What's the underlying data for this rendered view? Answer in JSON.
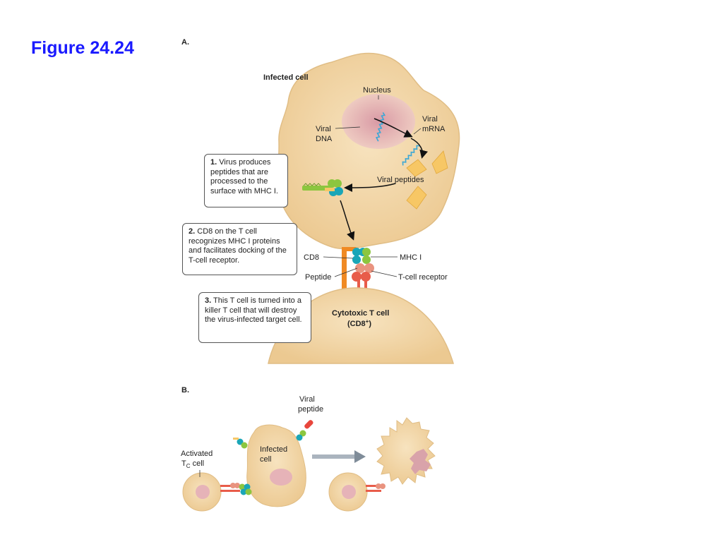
{
  "figure_title": "Figure 24.24",
  "panel_a": {
    "label": "A.",
    "infected_cell": "Infected cell",
    "nucleus": "Nucleus",
    "viral_dna": [
      "Viral",
      "DNA"
    ],
    "viral_mrna": [
      "Viral",
      "mRNA"
    ],
    "viral_peptides": "Viral peptides",
    "cd8": "CD8",
    "mhc1": "MHC I",
    "peptide": "Peptide",
    "tcell_receptor": "T-cell receptor",
    "cytotoxic_t_cell": "Cytotoxic T cell",
    "cd8_plus_prefix": "(CD8",
    "cd8_plus_sup": "+",
    "cd8_plus_suffix": ")",
    "steps": [
      {
        "number": "1.",
        "text": " Virus produces peptides that are processed to the surface with MHC I."
      },
      {
        "number": "2.",
        "text": " CD8 on the T cell recognizes MHC I proteins and facilitates docking of the T-cell receptor."
      },
      {
        "number": "3.",
        "text": " This T cell is turned into a killer T cell that will destroy the virus-infected target cell."
      }
    ]
  },
  "panel_b": {
    "label": "B.",
    "viral_peptide": [
      "Viral",
      "peptide"
    ],
    "infected_cell": [
      "Infected",
      "cell"
    ],
    "activated_tc_prefix": "Activated",
    "activated_tc_t": "T",
    "activated_tc_sub": "C",
    "activated_tc_suffix": " cell"
  },
  "colors": {
    "cell_fill": "#f3d9ac",
    "cell_stroke": "#d9b27a",
    "nucleus_fill": "#e6b3b8",
    "dna": "#3aa7d6",
    "peptide_fill": "#f7c765",
    "mhc_green": "#8cc63f",
    "mhc_teal": "#1aa6b7",
    "tcr_red": "#e85c4a",
    "cd8_orange": "#f08a24",
    "arrow_gray": "#7f8c99",
    "title_blue": "#1a1aff"
  }
}
